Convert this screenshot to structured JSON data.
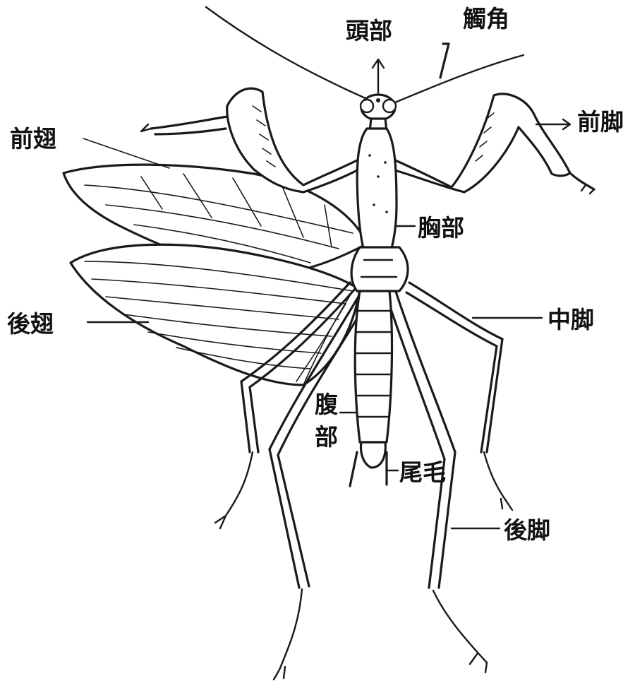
{
  "diagram": {
    "labels": {
      "head": "頭部",
      "antenna": "觸角",
      "foreleg": "前脚",
      "forewing": "前翅",
      "thorax": "胸部",
      "hindwing": "後翅",
      "midleg": "中脚",
      "abdomen_top": "腹",
      "abdomen_bottom": "部",
      "cerci": "尾毛",
      "hindleg": "後脚"
    },
    "colors": {
      "ink": "#1a1a1a",
      "background": "#ffffff"
    }
  }
}
